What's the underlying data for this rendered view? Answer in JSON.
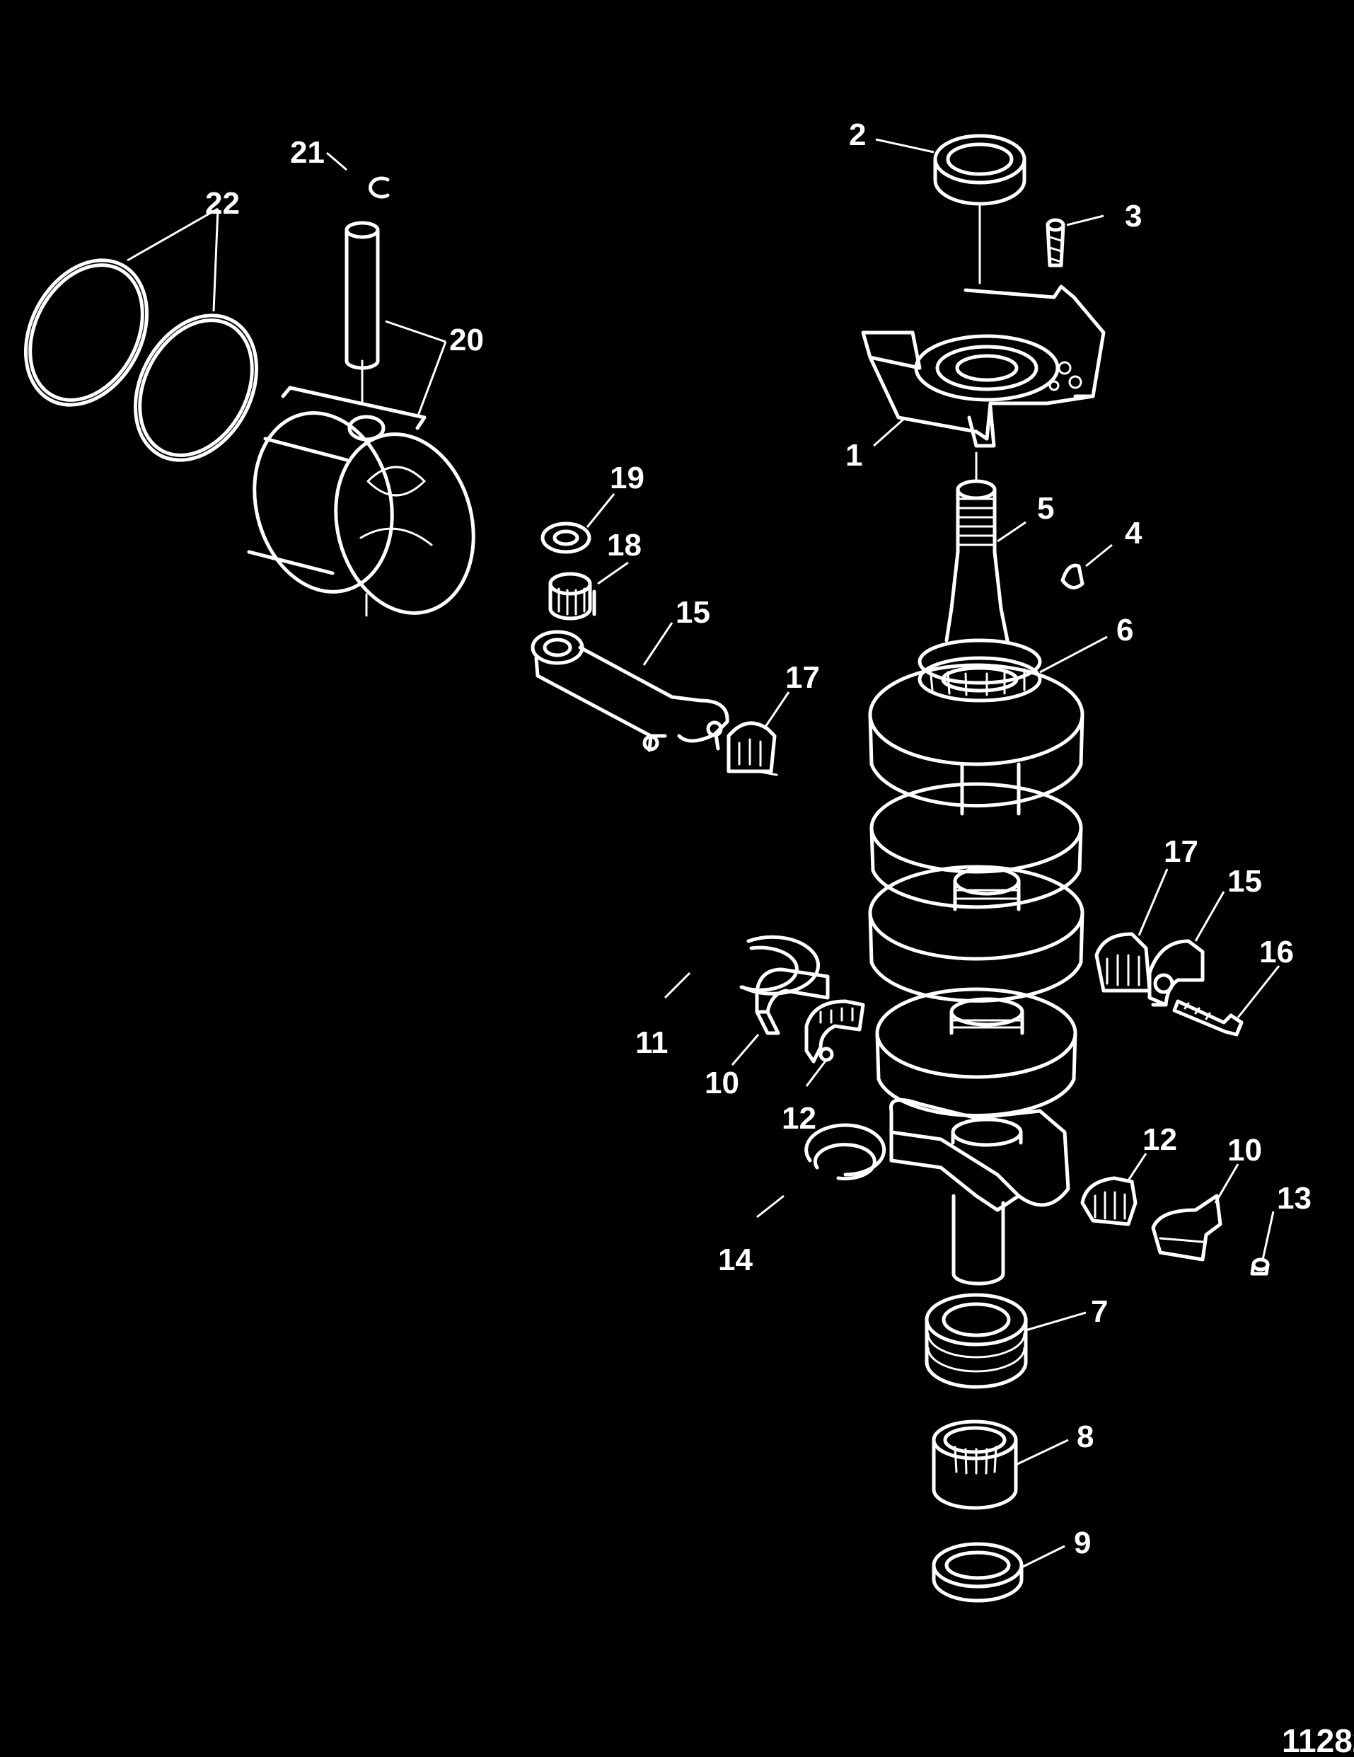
{
  "figure": {
    "id": "11282",
    "background": "#000000",
    "linework_color": "#ffffff"
  },
  "callouts": [
    {
      "key": "c1",
      "label": "1"
    },
    {
      "key": "c2",
      "label": "2"
    },
    {
      "key": "c3",
      "label": "3"
    },
    {
      "key": "c4",
      "label": "4"
    },
    {
      "key": "c5",
      "label": "5"
    },
    {
      "key": "c6",
      "label": "6"
    },
    {
      "key": "c7",
      "label": "7"
    },
    {
      "key": "c8",
      "label": "8"
    },
    {
      "key": "c9",
      "label": "9"
    },
    {
      "key": "c10a",
      "label": "10"
    },
    {
      "key": "c10b",
      "label": "10"
    },
    {
      "key": "c11",
      "label": "11"
    },
    {
      "key": "c12a",
      "label": "12"
    },
    {
      "key": "c12b",
      "label": "12"
    },
    {
      "key": "c13",
      "label": "13"
    },
    {
      "key": "c14",
      "label": "14"
    },
    {
      "key": "c15a",
      "label": "15"
    },
    {
      "key": "c15b",
      "label": "15"
    },
    {
      "key": "c16",
      "label": "16"
    },
    {
      "key": "c17a",
      "label": "17"
    },
    {
      "key": "c17b",
      "label": "17"
    },
    {
      "key": "c18",
      "label": "18"
    },
    {
      "key": "c19",
      "label": "19"
    },
    {
      "key": "c20",
      "label": "20"
    },
    {
      "key": "c21",
      "label": "21"
    },
    {
      "key": "c22",
      "label": "22"
    }
  ]
}
